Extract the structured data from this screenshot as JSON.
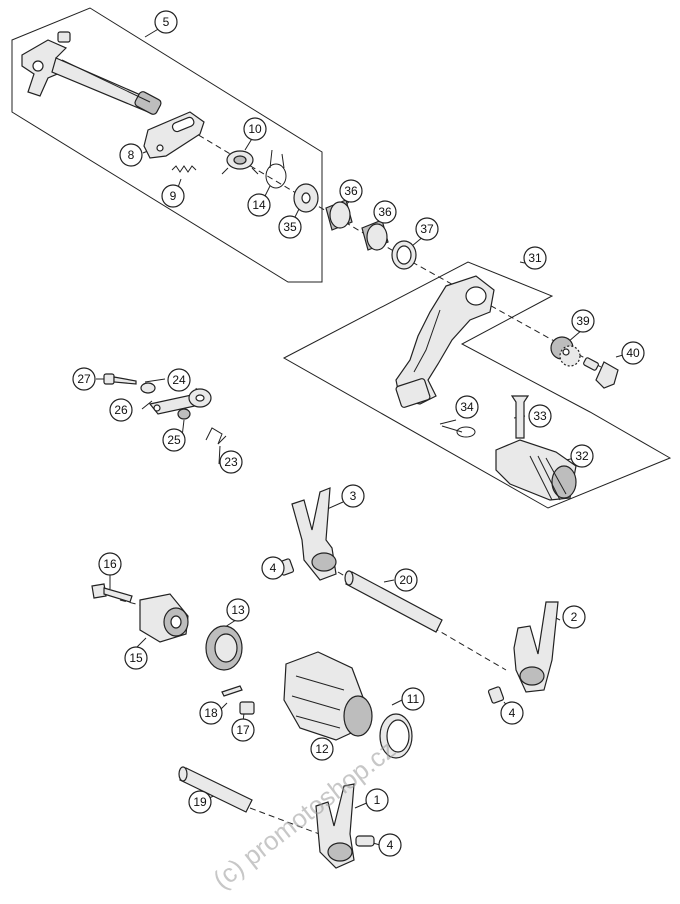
{
  "callouts": {
    "c1": "1",
    "c2": "2",
    "c3": "3",
    "c4a": "4",
    "c4b": "4",
    "c4c": "4",
    "c5": "5",
    "c8": "8",
    "c9": "9",
    "c10": "10",
    "c11": "11",
    "c12": "12",
    "c13": "13",
    "c14": "14",
    "c15": "15",
    "c16": "16",
    "c17": "17",
    "c18": "18",
    "c19": "19",
    "c20": "20",
    "c23": "23",
    "c24": "24",
    "c25": "25",
    "c26": "26",
    "c27": "27",
    "c31": "31",
    "c32": "32",
    "c33": "33",
    "c34": "34",
    "c35": "35",
    "c36a": "36",
    "c36b": "36",
    "c37": "37",
    "c39": "39",
    "c40": "40"
  },
  "watermark": "(c) promotoshop.cz"
}
